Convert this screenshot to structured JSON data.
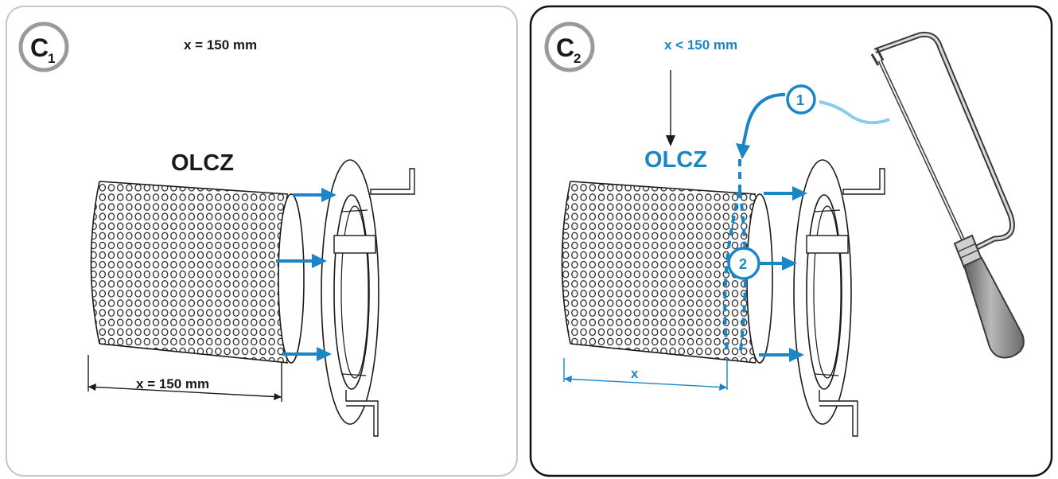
{
  "colors": {
    "blue": "#1a86c6",
    "light_blue": "#8ccbea",
    "panel_border_left": "#c6c6c6",
    "panel_border_right": "#111111",
    "badge_ring": "#9a9a9a",
    "ink": "#1a1a1a",
    "saw_handle": "#8a8a8a"
  },
  "panel_left": {
    "badge_letter": "C",
    "badge_sub": "1",
    "top_label": "x = 150 mm",
    "product_label": "OLCZ",
    "dimension_label": "x = 150 mm"
  },
  "panel_right": {
    "badge_letter": "C",
    "badge_sub": "2",
    "top_label": "x < 150 mm",
    "product_label": "OLCZ",
    "dimension_label": "x",
    "callout_1": "1",
    "callout_2": "2"
  },
  "icons": {
    "left_basket": "perforated-basket-icon",
    "left_flange": "flange-ring-icon",
    "right_basket": "perforated-basket-icon",
    "right_flange": "flange-ring-icon",
    "saw": "hacksaw-icon"
  }
}
